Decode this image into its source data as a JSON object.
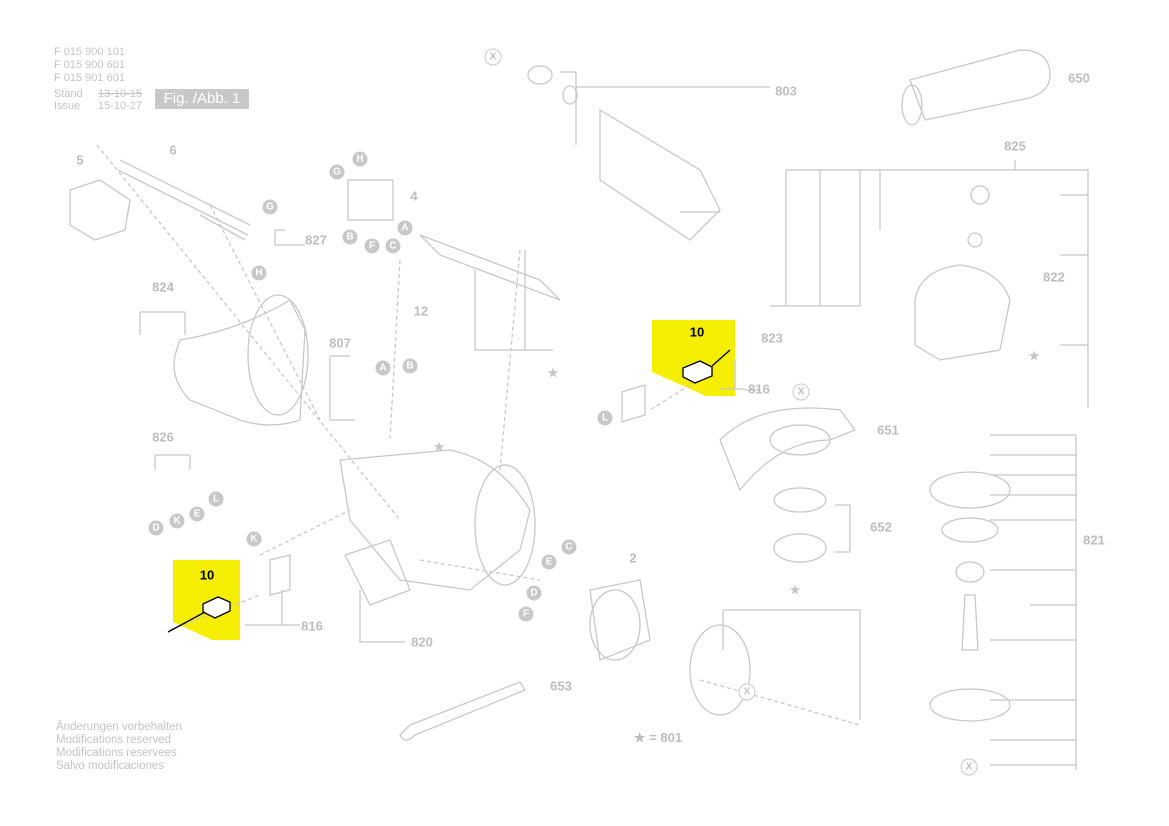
{
  "header": {
    "part_numbers": [
      "F 015 900 101",
      "F 015 900 601",
      "F 015 901 601"
    ],
    "stand_label": "Stand",
    "stand_value": "13-10-15",
    "issue_label": "Issue",
    "issue_value": "15-10-27",
    "figure_label": "Fig. /Abb. 1"
  },
  "highlight_color": "#f5ee00",
  "highlighted_part": "10",
  "part_labels": [
    "5",
    "6",
    "4",
    "827",
    "824",
    "12",
    "807",
    "826",
    "816",
    "820",
    "2",
    "653",
    "803",
    "650",
    "825",
    "822",
    "823",
    "816",
    "651",
    "652",
    "821"
  ],
  "letters": [
    "X",
    "H",
    "G",
    "A",
    "B",
    "F",
    "C",
    "G",
    "H",
    "A",
    "B",
    "D",
    "K",
    "E",
    "L",
    "K",
    "L",
    "X",
    "C",
    "E",
    "D",
    "F",
    "X",
    "X"
  ],
  "legend_star": "★ = 801",
  "footer": [
    "Änderungen vorbehalten",
    "Modifications reserved",
    "Modifications reservees",
    "Salvo modificaciones"
  ]
}
